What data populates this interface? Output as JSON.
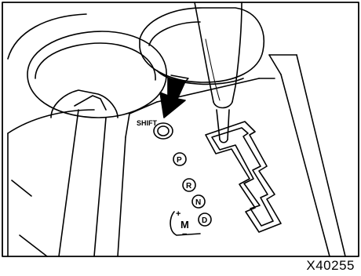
{
  "labels": {
    "shift": "SHIFT",
    "p": "P",
    "r": "R",
    "n": "N",
    "d": "D",
    "m": "M",
    "plus": "+",
    "minus": "−"
  },
  "figure_code": "X40255",
  "icons": {
    "arrow": "down-arrow-icon",
    "button": "shift-lock-button-icon"
  }
}
